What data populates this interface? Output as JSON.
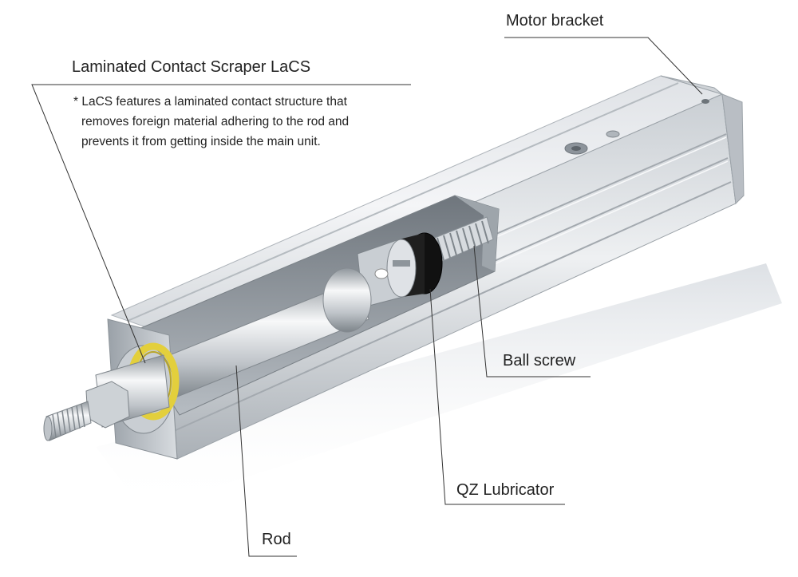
{
  "callouts": {
    "motor_bracket": "Motor bracket",
    "lacs_title": "Laminated Contact Scraper LaCS",
    "lacs_note_lines": [
      "* LaCS features a laminated contact structure that",
      "removes foreign material adhering to the rod and",
      "prevents it from getting inside the main unit."
    ],
    "ball_screw": "Ball screw",
    "qz_lubricator": "QZ Lubricator",
    "rod": "Rod"
  },
  "colors": {
    "aluminum_light": "#e9ecef",
    "aluminum_mid": "#c3c8cd",
    "aluminum_dark": "#8d949b",
    "lubricator_black": "#1a1a1a",
    "scraper_yellow": "#e8d44a",
    "leader_line": "#333333"
  }
}
